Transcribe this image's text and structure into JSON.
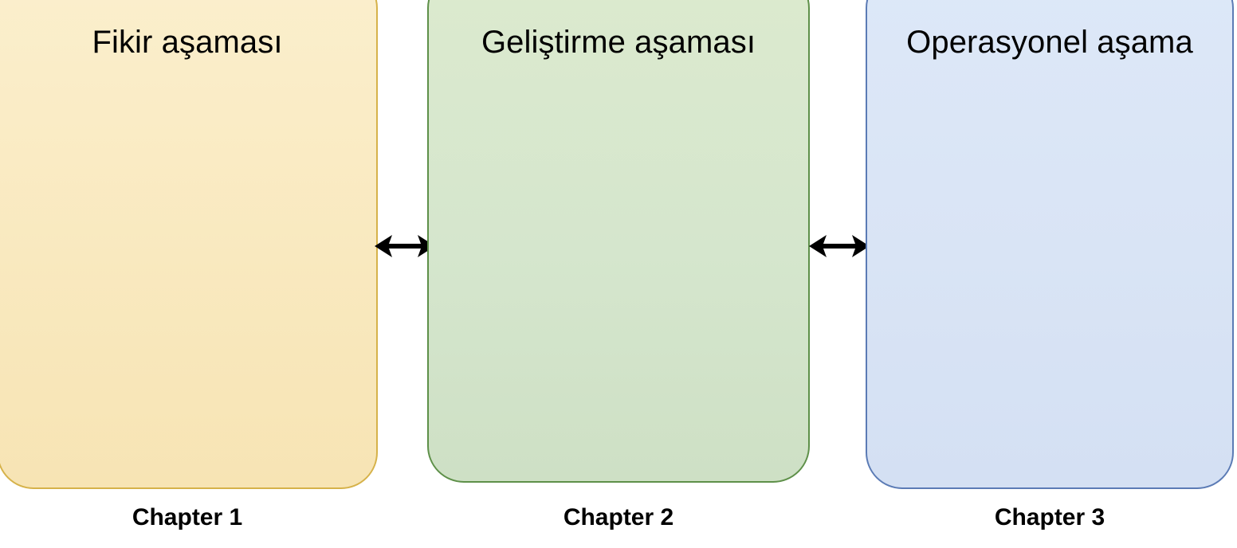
{
  "diagram": {
    "background_color": "#ffffff",
    "phases": [
      {
        "id": "ideation",
        "title": "Fikir aşaması",
        "caption": "Chapter 1",
        "fill_color": "#FAEBC4",
        "border_color": "#D6B24A"
      },
      {
        "id": "development",
        "title": "Geliştirme aşaması",
        "caption": "Chapter 2",
        "fill_color": "#D8E7D1",
        "border_color": "#5E9049"
      },
      {
        "id": "operational",
        "title": "Operasyonel aşama",
        "caption": "Chapter 3",
        "fill_color": "#DCE6F7",
        "border_color": "#5B7BB5"
      }
    ],
    "connectors": [
      {
        "id": "ideation-development",
        "icon": "double-headed-arrow-icon",
        "color": "#000000"
      },
      {
        "id": "development-operational",
        "icon": "double-headed-arrow-icon",
        "color": "#000000"
      }
    ]
  }
}
